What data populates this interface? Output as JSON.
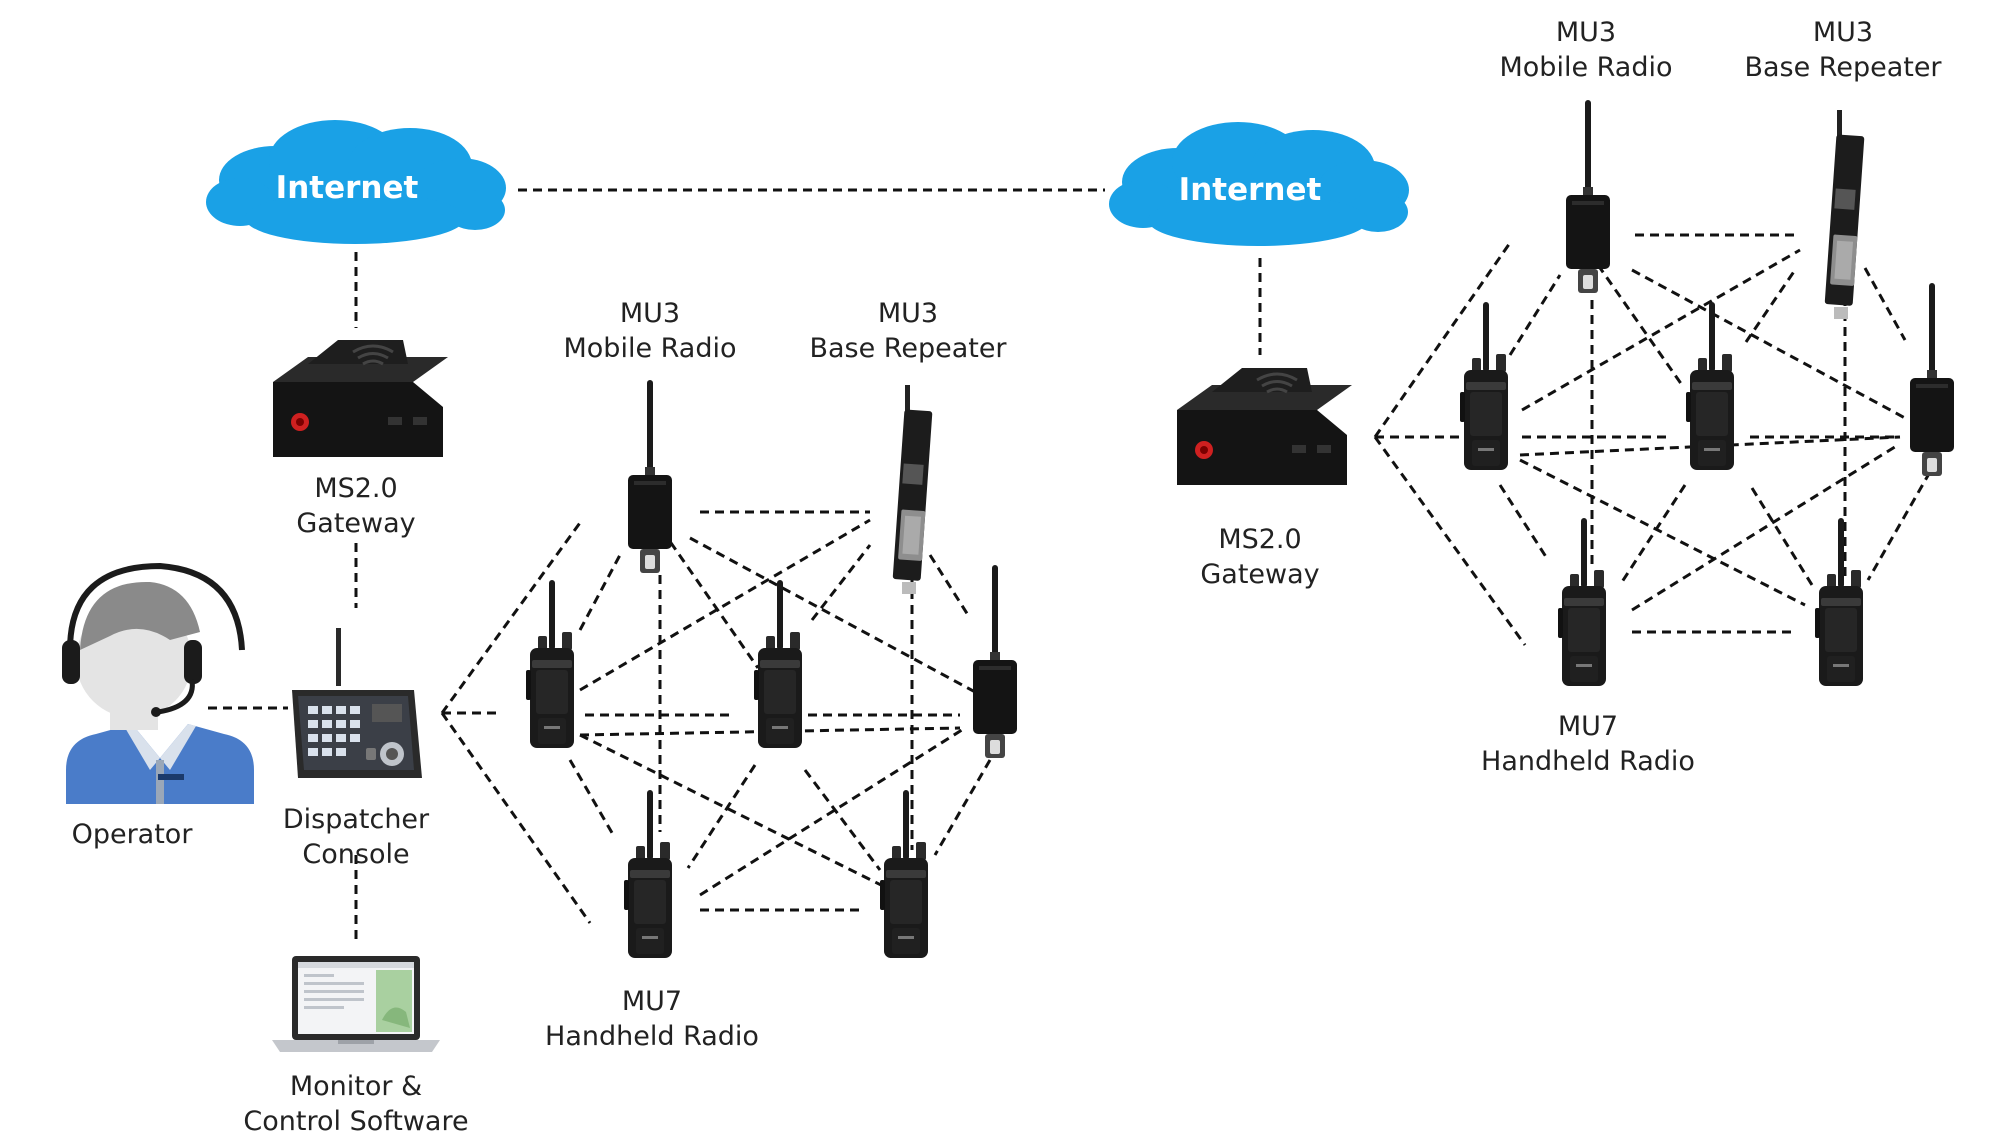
{
  "colors": {
    "cloud": "#1aa1e6",
    "device_body": "#1a1a1a",
    "operator_shirt": "#4a7cc9",
    "operator_hair": "#8a8a8a",
    "link": "#111111"
  },
  "icons": {
    "cloud": "cloud-icon",
    "gateway": "gateway-device-icon",
    "console": "dispatcher-console-icon",
    "laptop": "laptop-icon",
    "operator": "operator-headset-icon",
    "mobile_radio": "mobile-radio-icon",
    "base_repeater": "base-repeater-icon",
    "handheld_radio": "handheld-radio-icon"
  },
  "labels": {
    "internet": "Internet",
    "gateway_1": "MS2.0",
    "gateway_2": "Gateway",
    "console_1": "Dispatcher",
    "console_2": "Console",
    "operator": "Operator",
    "software_1": "Monitor &",
    "software_2": "Control Software",
    "mu3": "MU3",
    "mobile_radio": "Mobile Radio",
    "base_repeater": "Base Repeater",
    "mu7": "MU7",
    "handheld_radio": "Handheld Radio"
  }
}
